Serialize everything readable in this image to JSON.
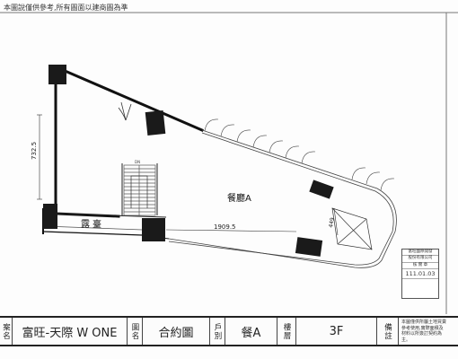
{
  "disclaimer": "本圖說僅供參考,所有圖面以建商圖為準",
  "stamp": {
    "line1": "富旺國際開發",
    "line2": "股份有限公司",
    "line3": "核 實 章",
    "date": "111.01.03",
    "line4": ""
  },
  "plan": {
    "room_label": "餐廳A",
    "terrace_label": "露臺",
    "dim_vertical": "732.5",
    "dim_horizontal": "1909.5",
    "dim_diagonal": "449",
    "stair_tag": "DN"
  },
  "title_block": {
    "project_label": "案名",
    "project_name": "富旺-天際 W ONE",
    "drawing_label": "圖名",
    "drawing_name": "合約圖",
    "unit_label": "戶別",
    "unit_name": "餐A",
    "floor_label": "樓層",
    "floor_name": "3F",
    "note_label": "備註",
    "note_text": "本圖僅供所屬土地買賣參考使用,實際面積及材料以所簽訂契約為主。"
  }
}
